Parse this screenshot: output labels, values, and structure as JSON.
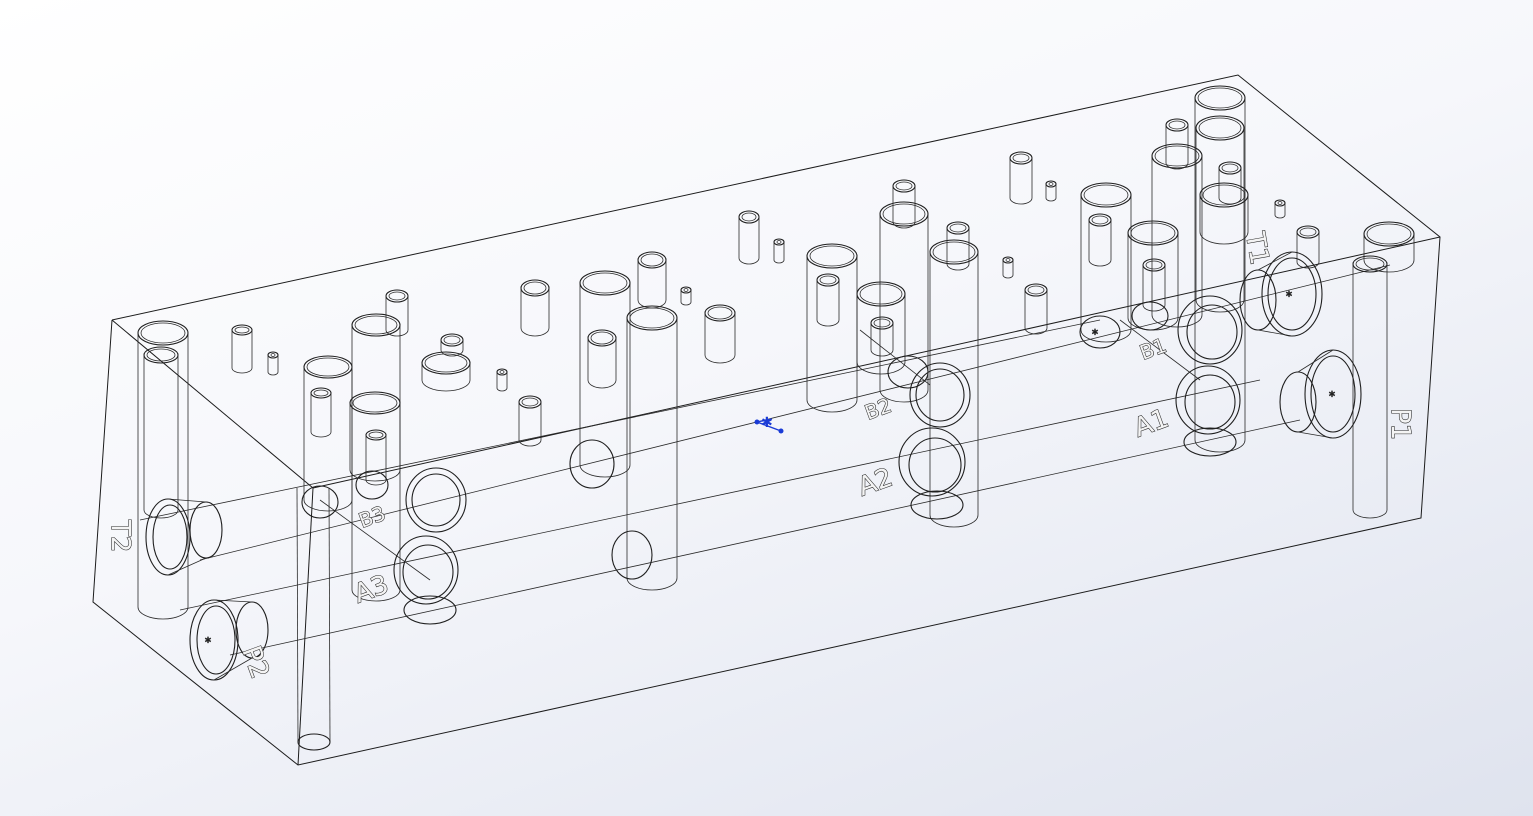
{
  "viewport": {
    "name": "3d-graphics-area"
  },
  "labels": {
    "t2": "T2",
    "p2": "P2",
    "a3": "A3",
    "b3": "B3",
    "a2": "A2",
    "b2": "B2",
    "a1": "A1",
    "b1": "B1",
    "p1": "P1",
    "t1": "T1"
  },
  "triad": {
    "color": "#1a3bd6"
  }
}
